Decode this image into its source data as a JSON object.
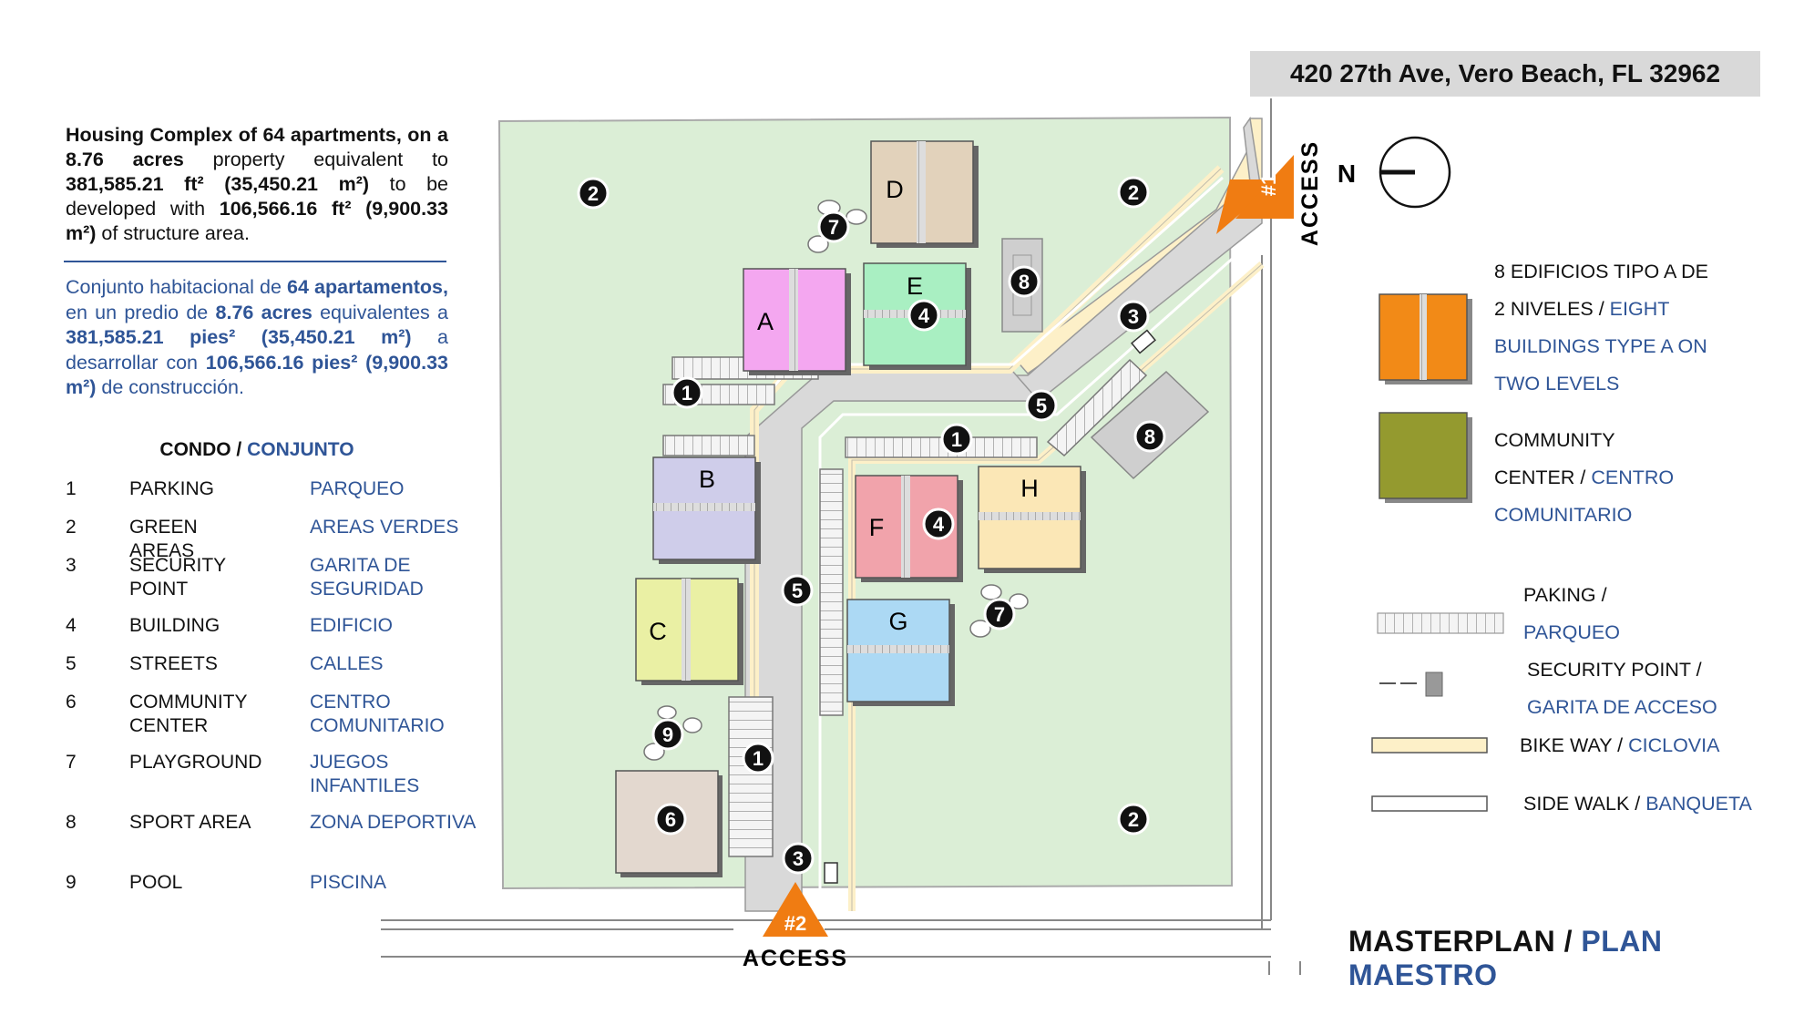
{
  "address": "420 27th Ave, Vero Beach, FL 32962",
  "intro_en": {
    "p1": "Housing Complex of 64 apartments,",
    "p2": "on a 8.76 acres",
    "p3": " property equivalent to ",
    "p4": "381,585.21 ft² (35,450.21 m²)",
    "p5": " to be developed with ",
    "p6": "106,566.16 ft² (9,900.33 m²)",
    "p7": " of structure area."
  },
  "intro_es": {
    "p1": "Conjunto habitacional de ",
    "p2": "64 apartamentos,",
    "p3": " en un predio de ",
    "p4": "8.76 acres",
    "p5": " equivalentes a ",
    "p6": "381,585.21 pies² (35,450.21 m²)",
    "p7": " a desarrollar con ",
    "p8": "106,566.16 pies² (9,900.33 m²)",
    "p9": " de construcción."
  },
  "legend": {
    "title_en": "CONDO",
    "title_sep": " / ",
    "title_es": "CONJUNTO",
    "items": [
      {
        "num": "1",
        "en": "PARKING",
        "es": "PARQUEO"
      },
      {
        "num": "2",
        "en": "GREEN AREAS",
        "es": "AREAS VERDES"
      },
      {
        "num": "3",
        "en": "SECURITY POINT",
        "es": "GARITA DE SEGURIDAD"
      },
      {
        "num": "4",
        "en": "BUILDING",
        "es": "EDIFICIO"
      },
      {
        "num": "5",
        "en": "STREETS",
        "es": "CALLES"
      },
      {
        "num": "6",
        "en": "COMMUNITY CENTER",
        "es": "CENTRO COMUNITARIO"
      },
      {
        "num": "7",
        "en": "PLAYGROUND",
        "es": "JUEGOS INFANTILES"
      },
      {
        "num": "8",
        "en": "SPORT AREA",
        "es": "ZONA DEPORTIVA"
      },
      {
        "num": "9",
        "en": "POOL",
        "es": "PISCINA"
      }
    ]
  },
  "map": {
    "buildings": [
      {
        "letter": "A",
        "color": "#f4a7f0"
      },
      {
        "letter": "B",
        "color": "#cfcdea"
      },
      {
        "letter": "C",
        "color": "#eaf0a4"
      },
      {
        "letter": "D",
        "color": "#e2d2bb"
      },
      {
        "letter": "E",
        "color": "#a9efc2"
      },
      {
        "letter": "F",
        "color": "#f1a3ab"
      },
      {
        "letter": "G",
        "color": "#acd9f4"
      },
      {
        "letter": "H",
        "color": "#fbe7b6"
      }
    ],
    "markers": [
      "1",
      "2",
      "3",
      "4",
      "5",
      "6",
      "7",
      "8",
      "9"
    ],
    "access_1_badge": "#1",
    "access_1_label": "ACCESS",
    "access_2_badge": "#2",
    "access_2_label": "ACCESS",
    "north_label": "N",
    "colors": {
      "green_area": "#dbeed6",
      "street": "#d9d9d9",
      "bike_way": "#fdf0c8",
      "access": "#f07c12",
      "building_type_a": "#f28a17",
      "community": "#949a2f"
    }
  },
  "key": {
    "buildings_line1": "8 EDIFICIOS TIPO A DE",
    "buildings_line2_es": "2 NIVELES / ",
    "buildings_line2_en": "EIGHT",
    "buildings_line3": "BUILDINGS TYPE A ON",
    "buildings_line4": "TWO LEVELS",
    "community_line1": "COMMUNITY",
    "community_line2_en": "CENTER / ",
    "community_line2_es": "CENTRO",
    "community_line3": "COMUNITARIO",
    "parking_en": "PAKING /",
    "parking_es": "PARQUEO",
    "security_en": "SECURITY POINT /",
    "security_es": "GARITA DE ACCESO",
    "bike_en": "BIKE WAY / ",
    "bike_es": "CICLOVIA",
    "walk_en": "SIDE WALK / ",
    "walk_es": "BANQUETA"
  },
  "masterplan_en": "MASTERPLAN / ",
  "masterplan_es": "PLAN MAESTRO"
}
